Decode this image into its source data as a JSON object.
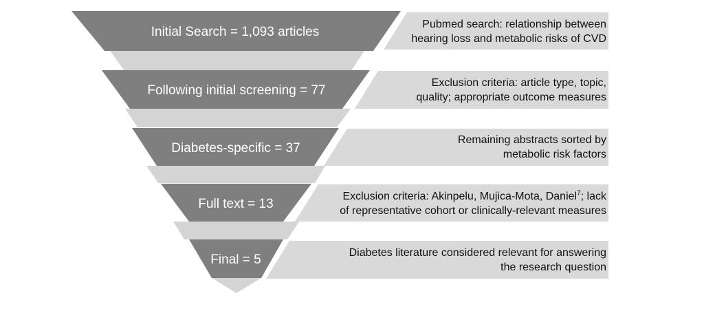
{
  "colors": {
    "stage_fill": "#7f7f7f",
    "connector_fill": "#d4d4d4",
    "note_fill": "#d9d9d9",
    "stage_text": "#ffffff",
    "note_text": "#111111"
  },
  "stages": [
    {
      "label": "Initial Search = 1,093 articles"
    },
    {
      "label": "Following initial screening = 77"
    },
    {
      "label": "Diabetes-specific = 37"
    },
    {
      "label": "Full text = 13"
    },
    {
      "label": "Final = 5"
    }
  ],
  "notes": [
    {
      "line1": "Pubmed search: relationship between",
      "line2": "hearing loss and metabolic risks of CVD"
    },
    {
      "line1": "Exclusion criteria: article type, topic,",
      "line2": "quality; appropriate outcome measures"
    },
    {
      "line1": "Remaining abstracts sorted by",
      "line2": "metabolic risk factors"
    },
    {
      "line1_pre": "Exclusion criteria: Akinpelu, Mujica-Mota, Daniel",
      "line1_sup": "7",
      "line1_post": "; lack",
      "line2": "of representative cohort or clinically-relevant measures"
    },
    {
      "line1": "Diabetes literature considered relevant for answering",
      "line2": "the research question"
    }
  ]
}
